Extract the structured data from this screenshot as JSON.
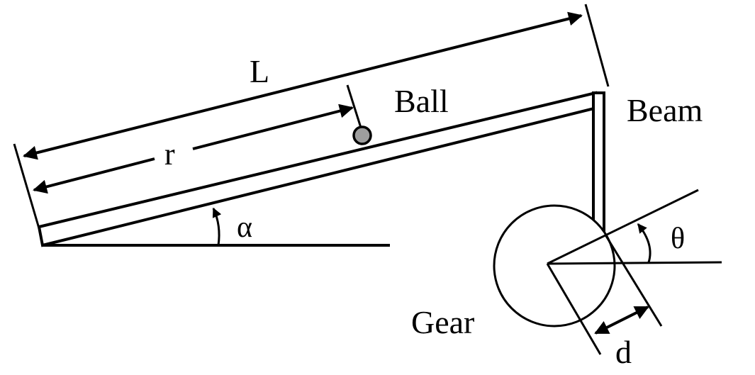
{
  "labels": {
    "length": "L",
    "position": "r",
    "ball": "Ball",
    "beam": "Beam",
    "beam_angle": "α",
    "gear_angle": "θ",
    "gear": "Gear",
    "lever_offset": "d"
  },
  "colors": {
    "stroke": "#000000",
    "ball_fill": "#9e9e9e",
    "background": "#ffffff"
  }
}
